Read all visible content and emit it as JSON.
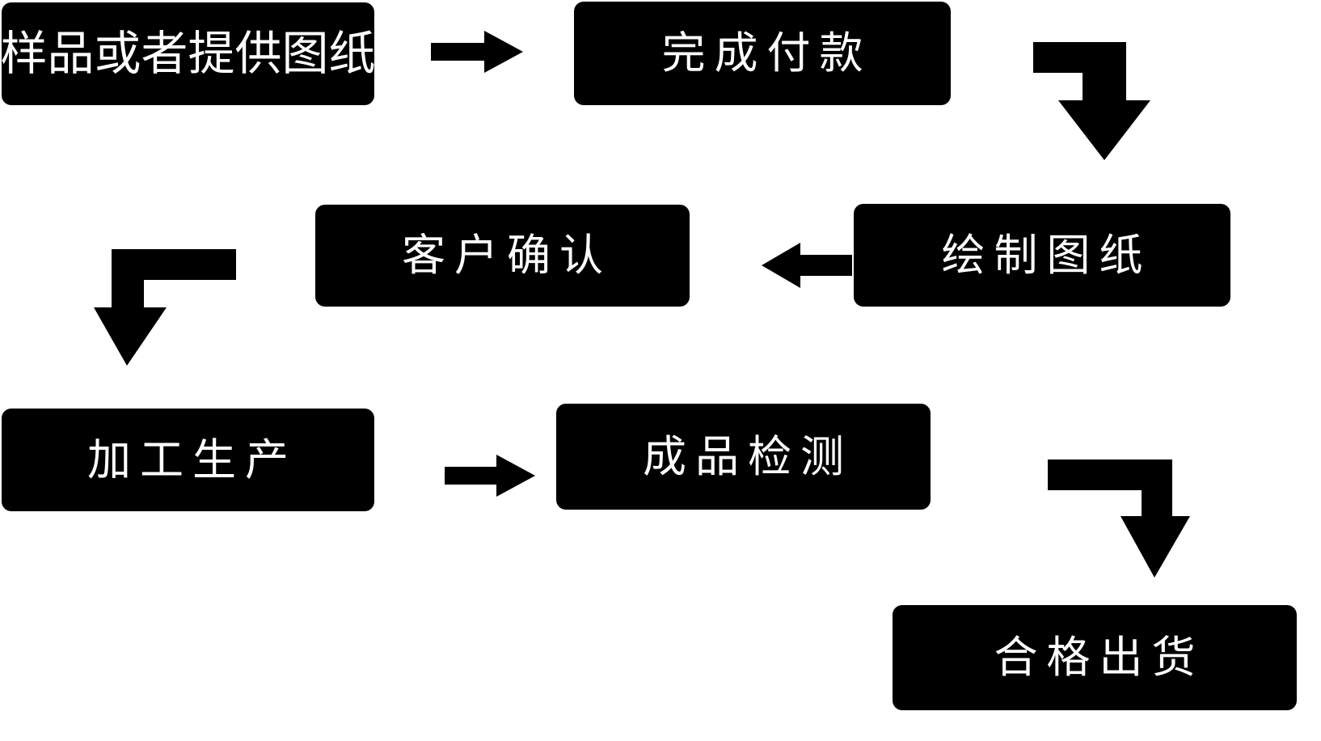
{
  "diagram": {
    "title": "",
    "background_color": "#ffffff",
    "node_fill_color": "#000000",
    "node_text_color": "#ffffff",
    "connector_color": "#000000",
    "nodes": [
      {
        "id": "sample",
        "label": "样品或者提供图纸",
        "step": 1
      },
      {
        "id": "payment",
        "label": "完成付款",
        "step": 2
      },
      {
        "id": "drawing",
        "label": "绘制图纸",
        "step": 3
      },
      {
        "id": "confirm",
        "label": "客户确认",
        "step": 4
      },
      {
        "id": "production",
        "label": "加工生产",
        "step": 5
      },
      {
        "id": "inspection",
        "label": "成品检测",
        "step": 6
      },
      {
        "id": "shipment",
        "label": "合格出货",
        "step": 7
      }
    ],
    "connectors": [
      {
        "id": "sample-to-payment",
        "from": "sample",
        "to": "payment",
        "shape": "straight",
        "direction": "right"
      },
      {
        "id": "payment-to-drawing",
        "from": "payment",
        "to": "drawing",
        "shape": "elbow",
        "direction": "down"
      },
      {
        "id": "drawing-to-confirm",
        "from": "drawing",
        "to": "confirm",
        "shape": "straight",
        "direction": "left"
      },
      {
        "id": "confirm-to-production",
        "from": "confirm",
        "to": "production",
        "shape": "elbow",
        "direction": "down"
      },
      {
        "id": "production-to-inspection",
        "from": "production",
        "to": "inspection",
        "shape": "straight",
        "direction": "right"
      },
      {
        "id": "inspection-to-shipment",
        "from": "inspection",
        "to": "shipment",
        "shape": "elbow",
        "direction": "down"
      }
    ]
  }
}
